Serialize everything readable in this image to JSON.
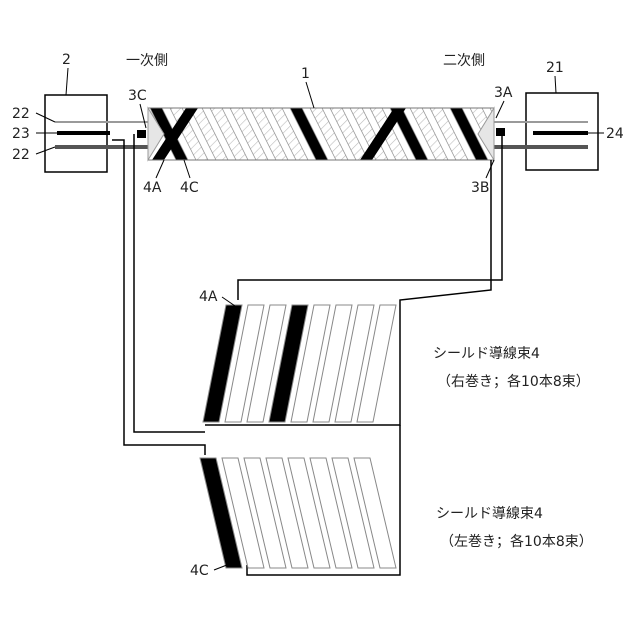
{
  "labels": {
    "primary_side": "一次側",
    "secondary_side": "二次側",
    "cable": "1",
    "left_box": "2",
    "right_box": "21",
    "wire_22_top": "22",
    "wire_23": "23",
    "wire_22_bottom": "22",
    "wire_24": "24",
    "end_3c": "3C",
    "end_3a": "3A",
    "end_3b": "3B",
    "mark_4a": "4A",
    "mark_4c": "4C",
    "detail_4a": "4A",
    "detail_4c": "4C"
  },
  "captions": {
    "right_hand_title": "シールド導線束4",
    "right_hand_note": "（右巻き；各10本8束）",
    "left_hand_title": "シールド導線束4",
    "left_hand_note": "（左巻き；各10本8束）"
  },
  "colors": {
    "line": "#000000",
    "conductor_dark": "#555555",
    "conductor_light": "#9a9a9a",
    "hatch": "#bbbbbb",
    "background": "#ffffff"
  }
}
